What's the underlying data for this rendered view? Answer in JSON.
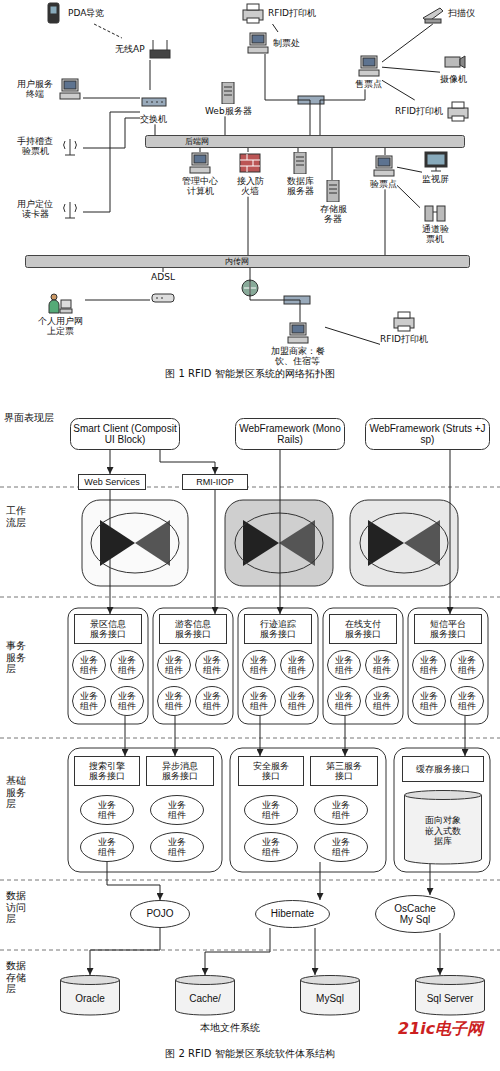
{
  "diagram": {
    "nodes": [
      {
        "text": [
          "PDA导览"
        ]
      },
      {
        "text": [
          "无线AP"
        ]
      },
      {
        "text": [
          "用户服务终端"
        ]
      },
      {
        "text": [
          "交换机"
        ]
      },
      {
        "text": [
          "Web服务器"
        ]
      },
      {
        "text": [
          "RFID打印机"
        ]
      },
      {
        "text": [
          "制票处"
        ]
      },
      {
        "text": [
          "扫描仪"
        ]
      },
      {
        "text": [
          "售票点"
        ]
      },
      {
        "text": [
          "摄像机"
        ]
      },
      {
        "text": [
          "RFID打印机"
        ]
      },
      {
        "text": [
          "后端网"
        ]
      },
      {
        "text": [
          "手持稽查验票机"
        ]
      },
      {
        "text": [
          "管理中心计算机"
        ]
      },
      {
        "text": [
          "接入防火墙"
        ]
      },
      {
        "text": [
          "数据库服务器"
        ]
      },
      {
        "text": [
          "存储服务器"
        ]
      },
      {
        "text": [
          "验票点"
        ]
      },
      {
        "text": [
          "监视屏"
        ]
      },
      {
        "text": [
          "通道验票机"
        ]
      },
      {
        "text": [
          "用户定位读卡器"
        ]
      },
      {
        "text": [
          "内传网"
        ]
      },
      {
        "text": [
          "ADSL"
        ]
      },
      {
        "text": [
          "个人用户网上定票"
        ]
      },
      {
        "text": [
          "加盟商家：餐饮、住宿等"
        ]
      },
      {
        "text": [
          "RFID打印机"
        ]
      },
      {
        "text": [
          "Smart Client (Composit UI Block)"
        ]
      },
      {
        "text": [
          "WebFramework (MonoRails)"
        ]
      },
      {
        "text": [
          "WebFramework (Struts +Jsp)"
        ]
      },
      {
        "text": [
          "Web Services"
        ]
      },
      {
        "text": [
          "RMI-IIOP"
        ]
      },
      {
        "text": [
          "景区信息服务接口"
        ]
      },
      {
        "text": [
          "业务组件"
        ]
      },
      {
        "text": [
          "业务组件"
        ]
      },
      {
        "text": [
          "业务组件"
        ]
      },
      {
        "text": [
          "业务组件"
        ]
      },
      {
        "text": [
          "游客信息服务接口"
        ]
      },
      {
        "text": [
          "业务组件"
        ]
      },
      {
        "text": [
          "业务组件"
        ]
      },
      {
        "text": [
          "业务组件"
        ]
      },
      {
        "text": [
          "业务组件"
        ]
      },
      {
        "text": [
          "行迹追踪服务接口"
        ]
      },
      {
        "text": [
          "业务组件"
        ]
      },
      {
        "text": [
          "业务组件"
        ]
      },
      {
        "text": [
          "业务组件"
        ]
      },
      {
        "text": [
          "业务组件"
        ]
      },
      {
        "text": [
          "在线支付服务接口"
        ]
      },
      {
        "text": [
          "业务组件"
        ]
      },
      {
        "text": [
          "业务组件"
        ]
      },
      {
        "text": [
          "业务组件"
        ]
      },
      {
        "text": [
          "业务组件"
        ]
      },
      {
        "text": [
          "短信平台服务接口"
        ]
      },
      {
        "text": [
          "业务组件"
        ]
      },
      {
        "text": [
          "业务组件"
        ]
      },
      {
        "text": [
          "业务组件"
        ]
      },
      {
        "text": [
          "业务组件"
        ]
      },
      {
        "text": [
          "搜索引擎服务接口"
        ]
      },
      {
        "text": [
          "异步消息服务接口"
        ]
      },
      {
        "text": [
          "业务组件"
        ]
      },
      {
        "text": [
          "业务组件"
        ]
      },
      {
        "text": [
          "业务组件"
        ]
      },
      {
        "text": [
          "业务组件"
        ]
      },
      {
        "text": [
          "安全服务接口"
        ]
      },
      {
        "text": [
          "第三服务接口"
        ]
      },
      {
        "text": [
          "业务组件"
        ]
      },
      {
        "text": [
          "业务组件"
        ]
      },
      {
        "text": [
          "业务组件"
        ]
      },
      {
        "text": [
          "业务组件"
        ]
      },
      {
        "text": [
          "缓存服务接口"
        ]
      },
      {
        "text": [
          "面向对象嵌入式数据库"
        ]
      },
      {
        "text": [
          "POJO"
        ]
      },
      {
        "text": [
          "Hibernate"
        ]
      },
      {
        "text": [
          "OsCache My Sql"
        ]
      },
      {
        "text": [
          "Oracle"
        ]
      },
      {
        "text": [
          "Cache/"
        ]
      },
      {
        "text": [
          "MySql"
        ]
      },
      {
        "text": [
          "Sql Server"
        ]
      }
    ],
    "edges": [
      {
        "from": 0,
        "to": 1,
        "arrow": "none"
      },
      {
        "from": 1,
        "to": 3,
        "arrow": "none"
      },
      {
        "from": 2,
        "to": 3,
        "arrow": "none"
      },
      {
        "from": 12,
        "to": 3,
        "arrow": "none"
      },
      {
        "from": 20,
        "to": 3,
        "arrow": "none"
      },
      {
        "from": 3,
        "to": 11,
        "arrow": "none"
      },
      {
        "from": 4,
        "to": 11,
        "arrow": "none"
      },
      {
        "from": 5,
        "to": 6,
        "arrow": "none"
      },
      {
        "from": 6,
        "to": 11,
        "arrow": "none"
      },
      {
        "from": 8,
        "to": 11,
        "arrow": "none"
      },
      {
        "from": 7,
        "to": 8,
        "arrow": "none"
      },
      {
        "from": 9,
        "to": 8,
        "arrow": "none"
      },
      {
        "from": 10,
        "to": 8,
        "arrow": "none"
      },
      {
        "from": 13,
        "to": 11,
        "arrow": "none"
      },
      {
        "from": 14,
        "to": 11,
        "arrow": "none"
      },
      {
        "from": 15,
        "to": 11,
        "arrow": "none"
      },
      {
        "from": 16,
        "to": 11,
        "arrow": "none"
      },
      {
        "from": 17,
        "to": 11,
        "arrow": "none"
      },
      {
        "from": 14,
        "to": 21,
        "arrow": "none"
      },
      {
        "from": 17,
        "to": 18,
        "arrow": "none"
      },
      {
        "from": 17,
        "to": 19,
        "arrow": "none"
      },
      {
        "from": 17,
        "to": 21,
        "arrow": "none"
      },
      {
        "from": 22,
        "to": 21,
        "arrow": "none"
      },
      {
        "from": 23,
        "to": 22,
        "arrow": "none"
      },
      {
        "from": 24,
        "to": 21,
        "arrow": "none"
      },
      {
        "from": 24,
        "to": 25,
        "arrow": "none"
      },
      {
        "from": 26,
        "to": 29,
        "arrow": "to"
      },
      {
        "from": 26,
        "to": 30,
        "arrow": "to"
      },
      {
        "from": 29,
        "to": 31,
        "arrow": "to"
      },
      {
        "from": 30,
        "to": 36,
        "arrow": "to"
      },
      {
        "from": 27,
        "to": 41,
        "arrow": "to"
      },
      {
        "from": 28,
        "to": 51,
        "arrow": "to"
      },
      {
        "from": 35,
        "to": 56,
        "arrow": "to"
      },
      {
        "from": 39,
        "to": 57,
        "arrow": "to"
      },
      {
        "from": 44,
        "to": 62,
        "arrow": "to"
      },
      {
        "from": 49,
        "to": 63,
        "arrow": "to"
      },
      {
        "from": 55,
        "to": 68,
        "arrow": "to"
      },
      {
        "from": 60,
        "to": 70,
        "arrow": "to"
      },
      {
        "from": 67,
        "to": 71,
        "arrow": "to"
      },
      {
        "from": 69,
        "to": 72,
        "arrow": "to"
      },
      {
        "from": 70,
        "to": 73,
        "arrow": "to"
      },
      {
        "from": 71,
        "to": 74,
        "arrow": "to"
      },
      {
        "from": 71,
        "to": 75,
        "arrow": "to"
      },
      {
        "from": 72,
        "to": 76,
        "arrow": "to"
      }
    ],
    "labels": [
      "图 1 RFID 智能景区系统的网络拓扑图",
      "界面表现层",
      "工作流层",
      "事务服务层",
      "基础服务层",
      "数据访问层",
      "数据存储层",
      "本地文件系统",
      "21ic电子网",
      "图 2 RFID 智能景区系统软件体系结构"
    ]
  }
}
